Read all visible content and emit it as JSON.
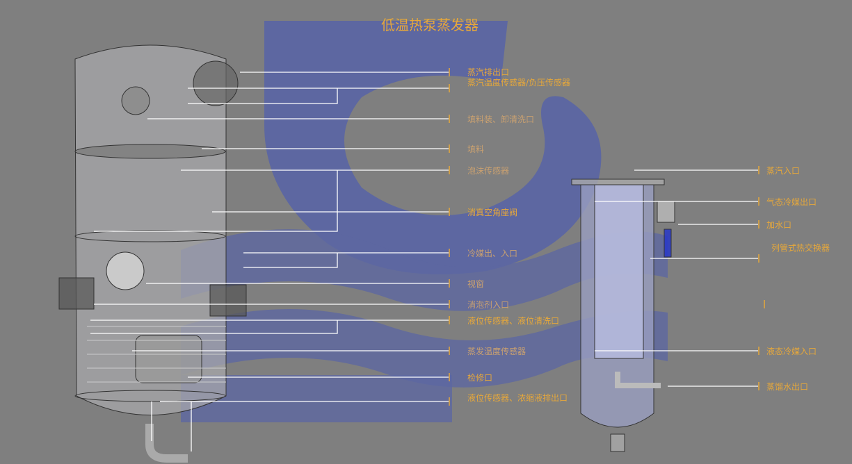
{
  "title": "低温热泵蒸发器",
  "left_labels": [
    "蒸汽排出口",
    "蒸汽温度传感器/负压传感器",
    "填料装、卸清洗口",
    "填料",
    "泡沫传感器",
    "消真空角座阀",
    "冷媒出、入口",
    "视窗",
    "消泡剂入口",
    "液位传感器、液位清洗口",
    "蒸发温度传感器",
    "检修口",
    "液位传感器、浓缩液排出口"
  ],
  "right_labels": [
    "蒸汽入口",
    "气态冷媒出口",
    "加水口",
    "列管式热交换器",
    "液态冷媒入口",
    "蒸馏水出口"
  ],
  "colors": {
    "label": "#e7a83a",
    "background": "#7f7f7f",
    "watermark": "#4a5ab0"
  }
}
